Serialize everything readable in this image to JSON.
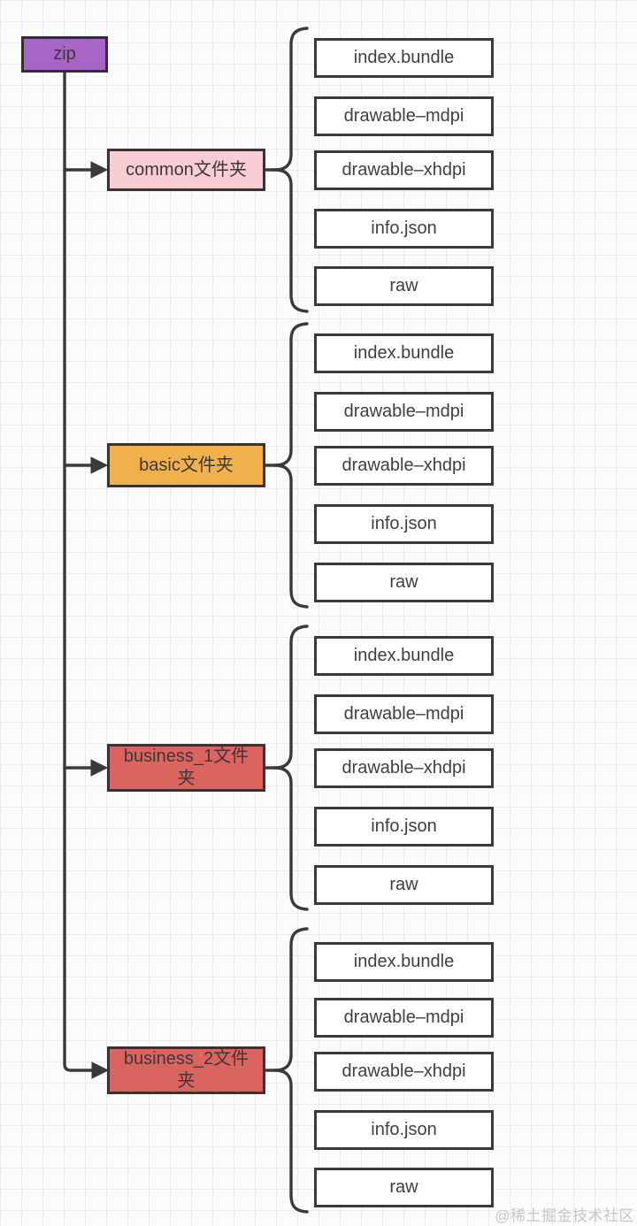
{
  "colors": {
    "zip_fill": "#a964c7",
    "common_fill": "#f9cdd4",
    "basic_fill": "#f0b04c",
    "business_fill": "#d9655e",
    "file_fill": "#ffffff",
    "line": "#3a3a3a",
    "watermark": "#c7c7cb"
  },
  "tree": {
    "root_label": "zip",
    "groups": [
      {
        "folder_label": "common文件夹",
        "fill": "#f9cdd4",
        "files": [
          "index.bundle",
          "drawable–mdpi",
          "drawable–xhdpi",
          "info.json",
          "raw"
        ]
      },
      {
        "folder_label": "basic文件夹",
        "fill": "#f0b04c",
        "files": [
          "index.bundle",
          "drawable–mdpi",
          "drawable–xhdpi",
          "info.json",
          "raw"
        ]
      },
      {
        "folder_label": "business_1文件夹",
        "fill": "#d9655e",
        "files": [
          "index.bundle",
          "drawable–mdpi",
          "drawable–xhdpi",
          "info.json",
          "raw"
        ]
      },
      {
        "folder_label": "business_2文件夹",
        "fill": "#d9655e",
        "files": [
          "index.bundle",
          "drawable–mdpi",
          "drawable–xhdpi",
          "info.json",
          "raw"
        ]
      }
    ]
  },
  "watermark_text": "@稀土掘金技术社区"
}
